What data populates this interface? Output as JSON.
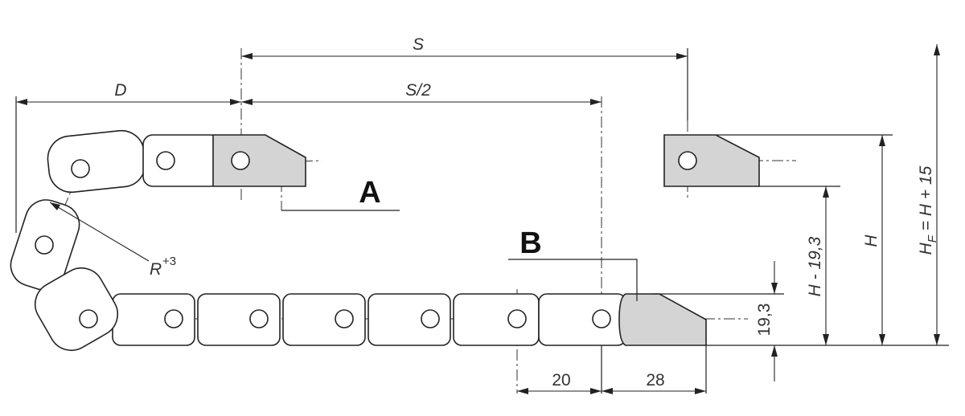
{
  "labels": {
    "s": "S",
    "d": "D",
    "s_half": "S/2",
    "a": "A",
    "b": "B",
    "r": "R",
    "r_sup": "+3",
    "h": "H",
    "h_minus": "H - 19,3",
    "hf_h": "H",
    "hf_sub": "F",
    "hf_rest": " = H + 15",
    "dim_19_3": "19,3",
    "dim_20": "20",
    "dim_28": "28"
  }
}
